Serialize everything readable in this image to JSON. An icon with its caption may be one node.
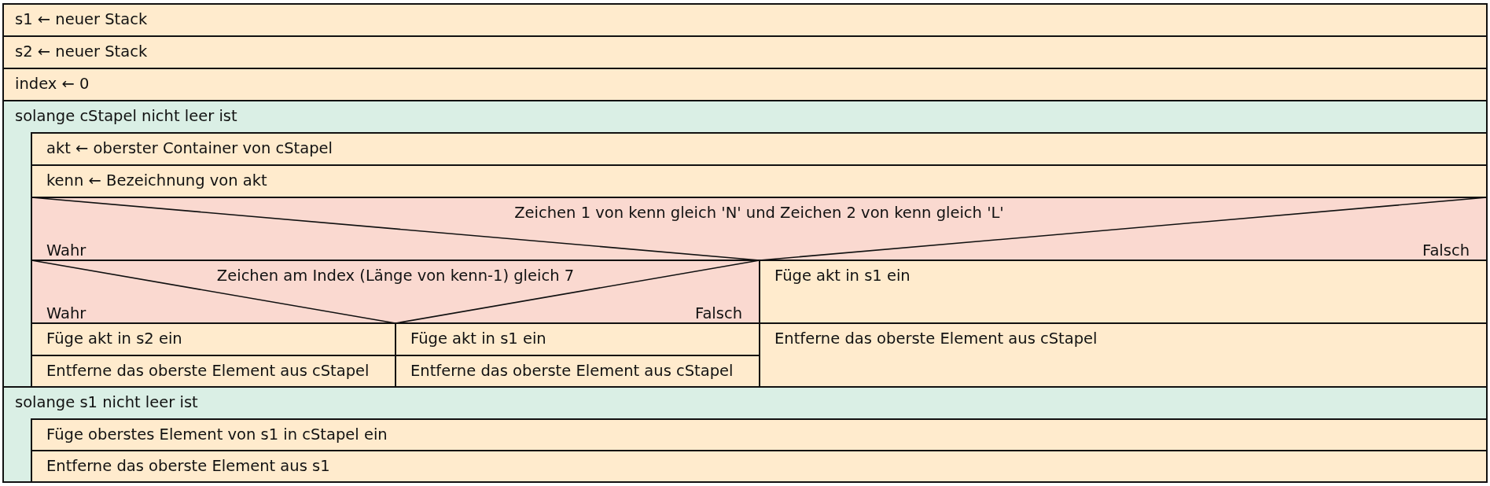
{
  "diagram": {
    "nodes": [
      {
        "text": [
          "s1 ← neuer Stack"
        ]
      },
      {
        "text": [
          "s2 ← neuer Stack"
        ]
      },
      {
        "text": [
          "index ← 0"
        ]
      },
      {
        "text": [
          "solange cStapel nicht leer ist"
        ]
      },
      {
        "text": [
          "akt ← oberster Container von cStapel"
        ],
        "in": 3
      },
      {
        "text": [
          "kenn ← Bezeichnung von akt"
        ],
        "in": 3
      },
      {
        "text": [
          "Zeichen 1 von kenn gleich 'N' und Zeichen 2 von kenn gleich 'L'",
          "Wahr",
          "Falsch"
        ],
        "in": 3
      },
      {
        "text": [
          "Zeichen am Index (Länge von kenn-1) gleich 7",
          "Wahr",
          "Falsch"
        ],
        "in": 6
      },
      {
        "text": [
          "Füge akt in s2 ein"
        ],
        "in": 7
      },
      {
        "text": [
          "Entferne das oberste Element aus cStapel"
        ],
        "in": 7
      },
      {
        "text": [
          "Füge akt in s1 ein"
        ],
        "in": 7
      },
      {
        "text": [
          "Entferne das oberste Element aus cStapel"
        ],
        "in": 7
      },
      {
        "text": [
          "Füge akt in s1 ein"
        ],
        "in": 6
      },
      {
        "text": [
          "Entferne das oberste Element aus cStapel"
        ],
        "in": 6
      },
      {
        "text": [
          "solange s1 nicht leer ist"
        ]
      },
      {
        "text": [
          "Füge oberstes Element von s1 in cStapel ein"
        ],
        "in": 14
      },
      {
        "text": [
          "Entferne das oberste Element aus s1"
        ],
        "in": 14
      }
    ]
  }
}
